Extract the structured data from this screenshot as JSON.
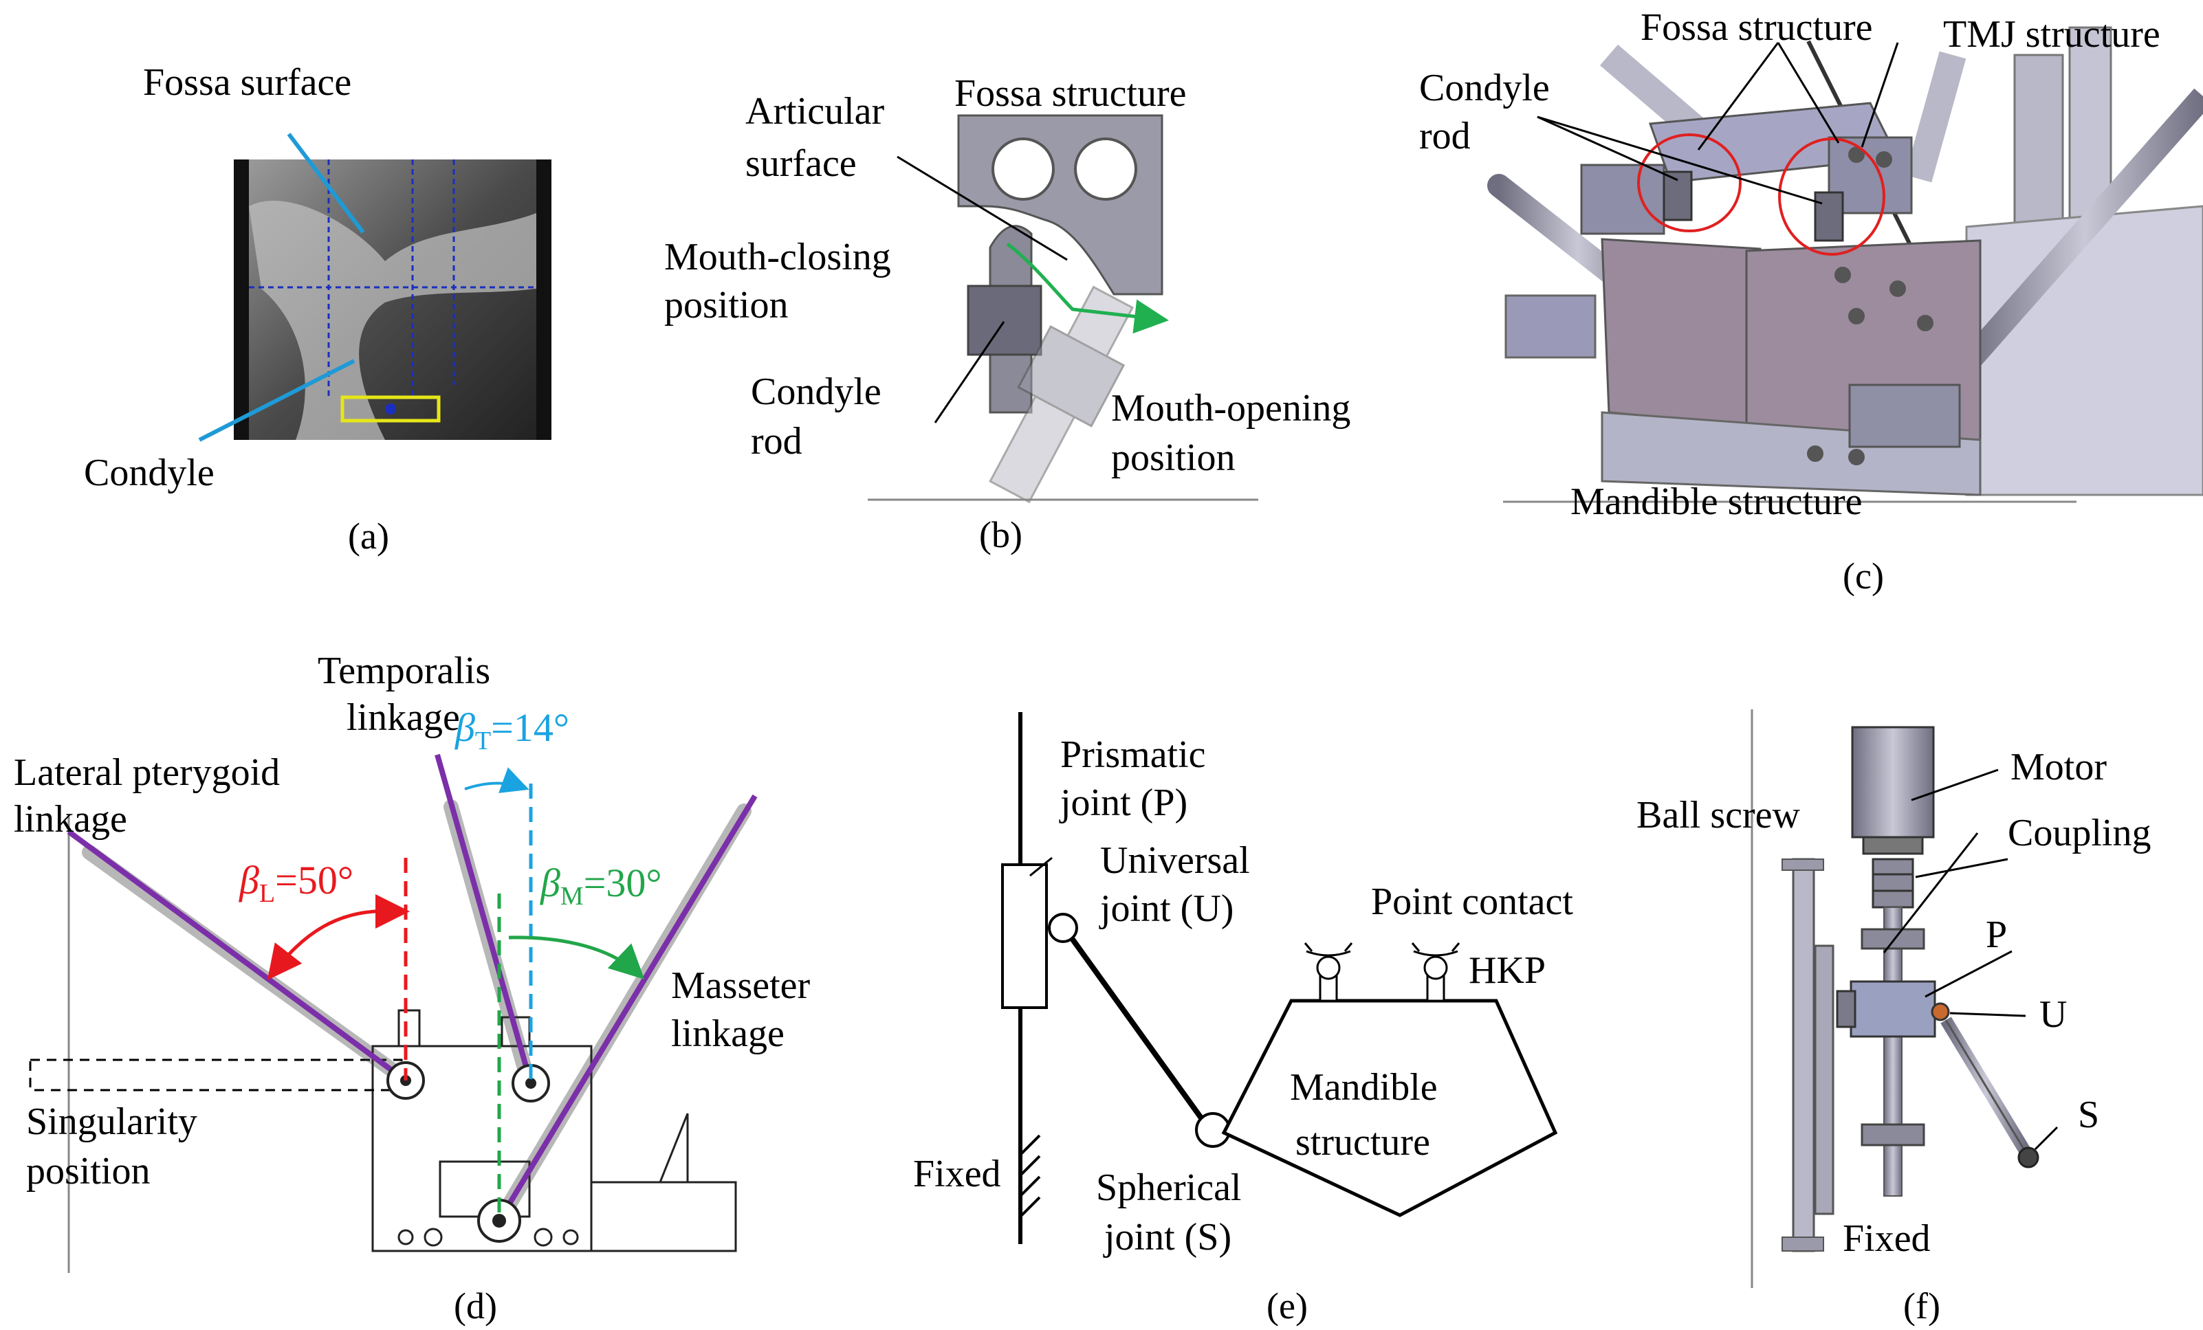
{
  "panels": {
    "a": {
      "caption": "(a)",
      "labels": {
        "fossa_surface": "Fossa surface",
        "condyle": "Condyle"
      }
    },
    "b": {
      "caption": "(b)",
      "labels": {
        "articular_1": "Articular",
        "articular_2": "surface",
        "fossa_structure": "Fossa structure",
        "closing_1": "Mouth-closing",
        "closing_2": "position",
        "condyle_1": "Condyle",
        "condyle_2": "rod",
        "opening_1": "Mouth-opening",
        "opening_2": "position"
      }
    },
    "c": {
      "caption": "(c)",
      "labels": {
        "fossa_structure": "Fossa structure",
        "tmj_structure": "TMJ structure",
        "condyle_1": "Condyle",
        "condyle_2": "rod",
        "mandible_structure": "Mandible structure"
      }
    },
    "d": {
      "caption": "(d)",
      "labels": {
        "temporalis_1": "Temporalis",
        "temporalis_2": "linkage",
        "lateral_1": "Lateral pterygoid",
        "lateral_2": "linkage",
        "masseter_1": "Masseter",
        "masseter_2": "linkage",
        "singularity_1": "Singularity",
        "singularity_2": "position"
      },
      "angles": {
        "T": {
          "symbol": "β",
          "sub": "T",
          "value": "=14°",
          "color": "#1aa3e0"
        },
        "L": {
          "symbol": "β",
          "sub": "L",
          "value": "=50°",
          "color": "#e8191e"
        },
        "M": {
          "symbol": "β",
          "sub": "M",
          "value": "=30°",
          "color": "#22a64a"
        }
      }
    },
    "e": {
      "caption": "(e)",
      "labels": {
        "prismatic_1": "Prismatic",
        "prismatic_2": "joint (P)",
        "universal_1": "Universal",
        "universal_2": "joint (U)",
        "point_contact": "Point contact",
        "hkp": "HKP",
        "mandible_1": "Mandible",
        "mandible_2": "structure",
        "fixed": "Fixed",
        "spherical_1": "Spherical",
        "spherical_2": "joint (S)"
      }
    },
    "f": {
      "caption": "(f)",
      "labels": {
        "motor": "Motor",
        "ball_screw": "Ball screw",
        "coupling": "Coupling",
        "p": "P",
        "u": "U",
        "s": "S",
        "fixed": "Fixed"
      }
    }
  },
  "colors": {
    "purple": "#7b2fa8",
    "arrow_green": "#20b050",
    "leader_blue": "#1f9ad6",
    "red_circle": "#e02020"
  }
}
